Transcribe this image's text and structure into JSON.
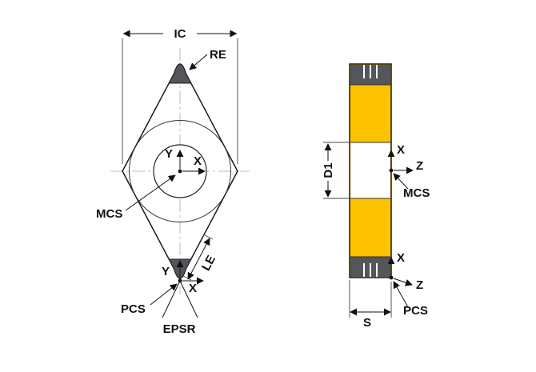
{
  "drawing_title": "indexable-insert-dimension-diagram",
  "colors": {
    "insert_body": "#fcc200",
    "nose_tip": "#54565b",
    "line": "#1a1a1a",
    "background": "#ffffff"
  },
  "front_view": {
    "ic_label": "IC",
    "re_label": "RE",
    "mcs_axis_y": "Y",
    "mcs_axis_x": "X",
    "mcs_label": "MCS",
    "pcs_axis_y": "Y",
    "pcs_axis_x": "X",
    "pcs_label": "PCS",
    "epsr_label": "EPSR",
    "le_label": "LE"
  },
  "side_view": {
    "d1_label": "D1",
    "mcs_axis_x": "X",
    "mcs_axis_z": "Z",
    "mcs_label": "MCS",
    "pcs_axis_x": "X",
    "pcs_axis_z": "Z",
    "pcs_label": "PCS",
    "s_label": "S"
  }
}
